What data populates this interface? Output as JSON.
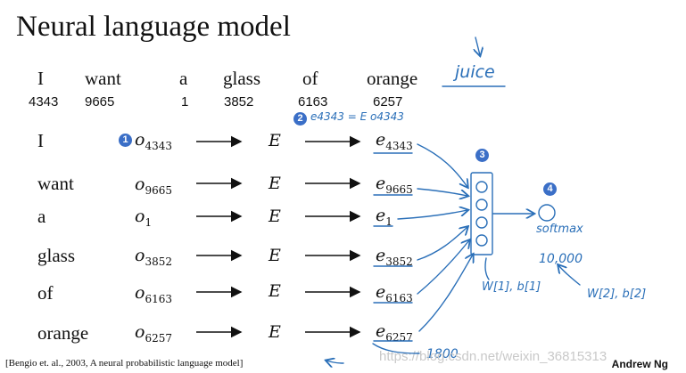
{
  "title": "Neural language model",
  "sentence": {
    "words": [
      "I",
      "want",
      "a",
      "glass",
      "of",
      "orange"
    ],
    "indices": [
      "4343",
      "9665",
      "1",
      "3852",
      "6163",
      "6257"
    ],
    "target_word": "juice"
  },
  "rows": [
    {
      "word": "I",
      "onehot": "4343",
      "embedding_label": "E",
      "embedding_vec": "4343"
    },
    {
      "word": "want",
      "onehot": "9665",
      "embedding_label": "E",
      "embedding_vec": "9665"
    },
    {
      "word": "a",
      "onehot": "1",
      "embedding_label": "E",
      "embedding_vec": "1"
    },
    {
      "word": "glass",
      "onehot": "3852",
      "embedding_label": "E",
      "embedding_vec": "3852"
    },
    {
      "word": "of",
      "onehot": "6163",
      "embedding_label": "E",
      "embedding_vec": "6163"
    },
    {
      "word": "orange",
      "onehot": "6257",
      "embedding_label": "E",
      "embedding_vec": "6257"
    }
  ],
  "badges": [
    "1",
    "2",
    "3",
    "4"
  ],
  "annotations": {
    "embedding_eq": "e4343 = E o4343",
    "softmax": "softmax",
    "vocab_size": "10,000",
    "hidden_params": "W[1], b[1]",
    "output_params": "W[2], b[2]",
    "input_dim": "1800"
  },
  "footer": {
    "citation": "[Bengio et. al., 2003, A neural probabilistic language model]",
    "author": "Andrew Ng",
    "watermark": "https://blog.csdn.net/weixin_36815313"
  },
  "colors": {
    "ink": "#111111",
    "handwriting": "#2a6fb8",
    "badge": "#3b6fc7"
  }
}
